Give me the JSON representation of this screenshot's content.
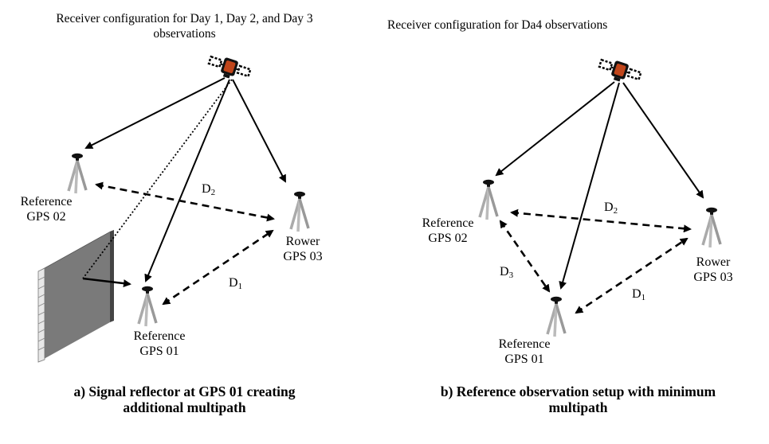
{
  "panels": [
    {
      "title": "Receiver configuration for Day 1, Day 2, and Day 3 observations",
      "title_lines": [
        "Receiver configuration for Day 1, Day 2, and Day 3",
        "observations"
      ],
      "caption_lines": [
        "a) Signal reflector at GPS 01 creating",
        "additional multipath"
      ],
      "receivers": [
        {
          "id": "gps02",
          "lines": [
            "Reference",
            "GPS 02"
          ]
        },
        {
          "id": "gps03",
          "lines": [
            "Rower",
            "GPS 03"
          ]
        },
        {
          "id": "gps01",
          "lines": [
            "Reference",
            "GPS 01"
          ]
        }
      ],
      "distances": [
        {
          "id": "D2",
          "base": "D",
          "sub": "2"
        },
        {
          "id": "D1",
          "base": "D",
          "sub": "1"
        }
      ]
    },
    {
      "title": "Receiver configuration for Da4 observations",
      "title_lines": [
        "Receiver configuration for Da4 observations"
      ],
      "caption_lines": [
        "b) Reference observation setup with minimum",
        "multipath"
      ],
      "receivers": [
        {
          "id": "gps02",
          "lines": [
            "Reference",
            "GPS 02"
          ]
        },
        {
          "id": "gps03",
          "lines": [
            "Rower",
            "GPS 03"
          ]
        },
        {
          "id": "gps01",
          "lines": [
            "Reference",
            "GPS 01"
          ]
        }
      ],
      "distances": [
        {
          "id": "D2",
          "base": "D",
          "sub": "2"
        },
        {
          "id": "D3",
          "base": "D",
          "sub": "3"
        },
        {
          "id": "D1",
          "base": "D",
          "sub": "1"
        }
      ]
    }
  ],
  "colors": {
    "satellite_body": "#c0451a",
    "tripod": "#a8a8a8",
    "wall": "#7a7a7a"
  },
  "icons": [
    "satellite-icon",
    "gps-receiver-icon",
    "reflector-wall-icon"
  ]
}
